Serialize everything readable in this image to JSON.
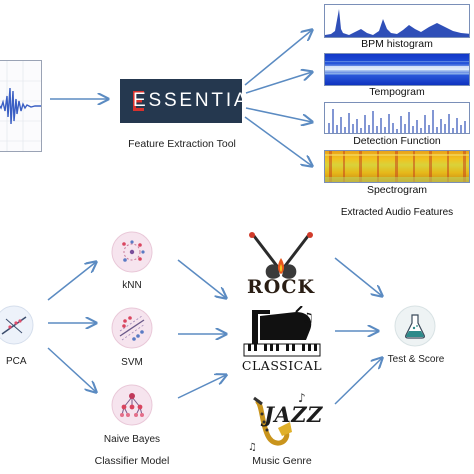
{
  "essentia": {
    "logo_text": "ESSENTIA",
    "caption": "Feature Extraction Tool"
  },
  "features": {
    "items": [
      {
        "label": "BPM histogram"
      },
      {
        "label": "Tempogram"
      },
      {
        "label": "Detection Function"
      },
      {
        "label": "Spectrogram"
      }
    ],
    "caption": "Extracted Audio Features"
  },
  "pipeline": {
    "input_label": "PCA",
    "classifiers": [
      {
        "label": "kNN"
      },
      {
        "label": "SVM"
      },
      {
        "label": "Naive Bayes"
      }
    ],
    "classifier_caption": "Classifier Model",
    "genres": [
      {
        "label": "ROCK"
      },
      {
        "label": "CLASSICAL"
      },
      {
        "label": "JAZZ"
      }
    ],
    "genre_caption": "Music Genre",
    "output_label": "Test & Score"
  },
  "colors": {
    "arrow": "#5b8bc2",
    "essentia_bg": "#25384f",
    "essentia_accent": "#d9322e",
    "circle_fill": "#f6e4ee",
    "circle_stroke": "#e9c8d8",
    "waveform": "#3b5fc4"
  }
}
